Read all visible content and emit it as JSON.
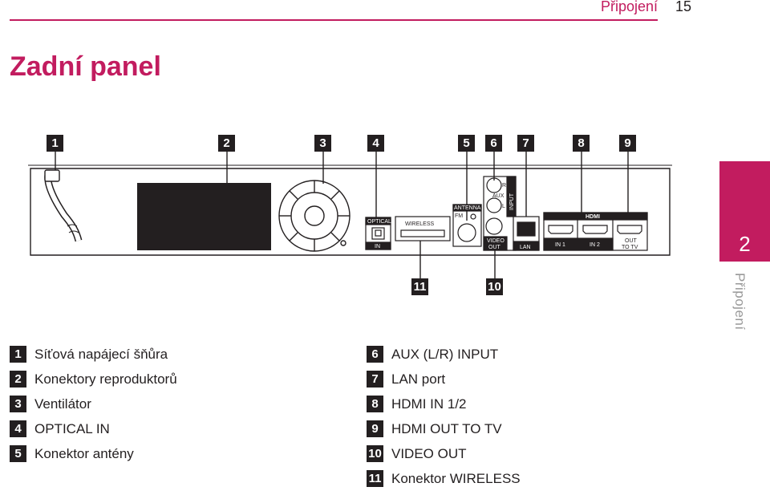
{
  "header": {
    "section": "Připojení",
    "page_number": "15"
  },
  "title": "Zadní panel",
  "side_tab": {
    "number": "2",
    "label": "Připojení"
  },
  "callouts": [
    "1",
    "2",
    "3",
    "4",
    "5",
    "6",
    "7",
    "8",
    "9",
    "11",
    "10"
  ],
  "panel_labels": {
    "optical": "OPTICAL",
    "optical_in": "IN",
    "wireless": "WIRELESS",
    "antenna": "ANTENNA",
    "fm": "FM",
    "aux_r": "R",
    "aux": "AUX",
    "aux_l": "L",
    "input": "INPUT",
    "video": "VIDEO",
    "out": "OUT",
    "lan": "LAN",
    "hdmi": "HDMI",
    "in1": "IN 1",
    "in2": "IN 2",
    "out_tv1": "OUT",
    "out_tv2": "TO TV"
  },
  "legend_left": [
    {
      "num": "1",
      "text": "Síťová napájecí šňůra"
    },
    {
      "num": "2",
      "text": "Konektory reproduktorů"
    },
    {
      "num": "3",
      "text": "Ventilátor"
    },
    {
      "num": "4",
      "text": "OPTICAL IN"
    },
    {
      "num": "5",
      "text": "Konektor antény"
    }
  ],
  "legend_right": [
    {
      "num": "6",
      "text": "AUX (L/R) INPUT"
    },
    {
      "num": "7",
      "text": "LAN port"
    },
    {
      "num": "8",
      "text": "HDMI IN 1/2"
    },
    {
      "num": "9",
      "text": "HDMI OUT TO TV"
    },
    {
      "num": "10",
      "text": "VIDEO OUT"
    },
    {
      "num": "11",
      "text": "Konektor WIRELESS"
    }
  ],
  "colors": {
    "accent": "#c21c5f",
    "badge": "#231f20"
  }
}
